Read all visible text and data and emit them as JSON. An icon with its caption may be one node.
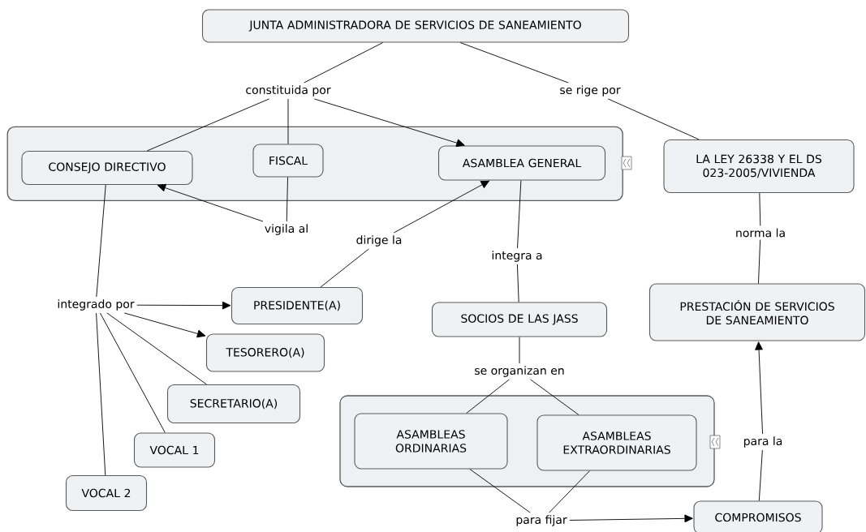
{
  "diagram": {
    "nodes": [
      {
        "text": [
          "JUNTA ADMINISTRADORA DE SERVICIOS DE SANEAMIENTO"
        ]
      },
      {
        "text": [
          "constituida por"
        ]
      },
      {
        "text": [
          "se rige por"
        ]
      },
      {
        "text": [],
        "shape": "box"
      },
      {
        "text": [
          "CONSEJO DIRECTIVO"
        ],
        "in": 3
      },
      {
        "text": [
          "FISCAL"
        ],
        "in": 3
      },
      {
        "text": [
          "ASAMBLEA GENERAL"
        ],
        "in": 3
      },
      {
        "text": [
          "LA LEY 26338 Y EL DS 023-2005/VIVIENDA"
        ]
      },
      {
        "text": [
          "vigila al"
        ]
      },
      {
        "text": [
          "dirige la"
        ]
      },
      {
        "text": [
          "integra a"
        ]
      },
      {
        "text": [
          "norma la"
        ]
      },
      {
        "text": [
          "integrado por"
        ]
      },
      {
        "text": [
          "PRESIDENTE(A)"
        ]
      },
      {
        "text": [
          "SOCIOS DE LAS JASS"
        ]
      },
      {
        "text": [
          "PRESTACIÓN DE SERVICIOS DE SANEAMIENTO"
        ]
      },
      {
        "text": [
          "TESORERO(A)"
        ]
      },
      {
        "text": [
          "se organizan en"
        ]
      },
      {
        "text": [
          "SECRETARIO(A)"
        ]
      },
      {
        "text": [],
        "shape": "box"
      },
      {
        "text": [
          "ASAMBLEAS ORDINARIAS"
        ],
        "in": 19
      },
      {
        "text": [
          "ASAMBLEAS EXTRAORDINARIAS"
        ],
        "in": 19
      },
      {
        "text": [
          "VOCAL 1"
        ]
      },
      {
        "text": [
          "para la"
        ]
      },
      {
        "text": [
          "VOCAL 2"
        ]
      },
      {
        "text": [
          "para fijar"
        ]
      },
      {
        "text": [
          "COMPROMISOS"
        ]
      }
    ],
    "edges": [
      {
        "from": 0,
        "to": 1,
        "arrow": "none"
      },
      {
        "from": 1,
        "to": 4,
        "arrow": "none"
      },
      {
        "from": 1,
        "to": 5,
        "arrow": "none"
      },
      {
        "from": 1,
        "to": 6,
        "arrow": "to"
      },
      {
        "from": 0,
        "to": 2,
        "arrow": "none"
      },
      {
        "from": 2,
        "to": 7,
        "arrow": "none"
      },
      {
        "from": 5,
        "to": 8,
        "arrow": "none"
      },
      {
        "from": 8,
        "to": 4,
        "arrow": "to"
      },
      {
        "from": 13,
        "to": 9,
        "arrow": "none"
      },
      {
        "from": 9,
        "to": 6,
        "arrow": "to"
      },
      {
        "from": 6,
        "to": 10,
        "arrow": "none"
      },
      {
        "from": 10,
        "to": 14,
        "arrow": "none"
      },
      {
        "from": 7,
        "to": 11,
        "arrow": "none"
      },
      {
        "from": 11,
        "to": 15,
        "arrow": "none"
      },
      {
        "from": 4,
        "to": 12,
        "arrow": "none"
      },
      {
        "from": 12,
        "to": 24,
        "arrow": "none"
      },
      {
        "from": 12,
        "to": 13,
        "arrow": "to"
      },
      {
        "from": 12,
        "to": 16,
        "arrow": "to"
      },
      {
        "from": 12,
        "to": 18,
        "arrow": "none"
      },
      {
        "from": 12,
        "to": 22,
        "arrow": "none"
      },
      {
        "from": 14,
        "to": 17,
        "arrow": "none"
      },
      {
        "from": 17,
        "to": 20,
        "arrow": "none"
      },
      {
        "from": 17,
        "to": 21,
        "arrow": "none"
      },
      {
        "from": 20,
        "to": 25,
        "arrow": "none"
      },
      {
        "from": 21,
        "to": 25,
        "arrow": "none"
      },
      {
        "from": 25,
        "to": 26,
        "arrow": "to"
      },
      {
        "from": 26,
        "to": 23,
        "arrow": "none"
      },
      {
        "from": 23,
        "to": 15,
        "arrow": "to"
      }
    ]
  }
}
